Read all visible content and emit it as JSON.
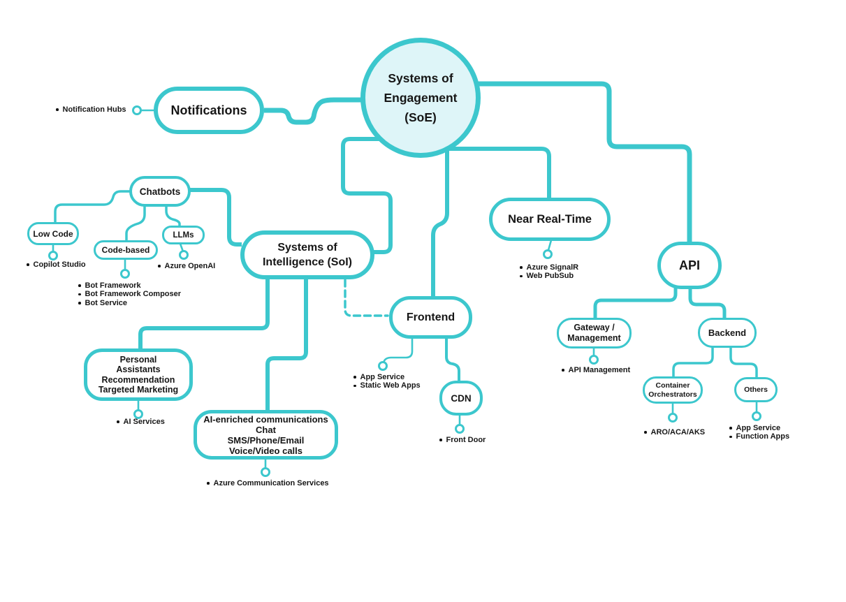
{
  "title": "Systems of Engagement (SoE) mind map",
  "palette": {
    "teal": "#3cc7cd",
    "root_fill": "#def5f8",
    "node_fill": "#ffffff",
    "text": "#161616"
  },
  "nodes": {
    "root": {
      "label_lines": [
        "Systems of",
        "Engagement",
        "(SoE)"
      ]
    },
    "notifications": {
      "label": "Notifications",
      "leaves": [
        "Notification Hubs"
      ]
    },
    "chatbots": {
      "label": "Chatbots"
    },
    "low_code": {
      "label": "Low Code",
      "leaves": [
        "Copilot Studio"
      ]
    },
    "code_based": {
      "label": "Code-based",
      "leaves": [
        "Bot Framework",
        "Bot Framework Composer",
        "Bot Service"
      ]
    },
    "llms": {
      "label": "LLMs",
      "leaves": [
        "Azure OpenAI"
      ]
    },
    "soi": {
      "label_lines": [
        "Systems of",
        "Intelligence (SoI)"
      ]
    },
    "personal_assistants": {
      "label_lines": [
        "Personal",
        "Assistants",
        "Recommendation",
        "Targeted Marketing"
      ],
      "leaves": [
        "AI Services"
      ]
    },
    "ai_comms": {
      "label_lines": [
        "AI-enriched communications",
        "Chat",
        "SMS/Phone/Email",
        "Voice/Video calls"
      ],
      "leaves": [
        "Azure Communication Services"
      ]
    },
    "frontend": {
      "label": "Frontend",
      "leaves": [
        "App Service",
        "Static Web Apps"
      ]
    },
    "cdn": {
      "label": "CDN",
      "leaves": [
        "Front Door"
      ]
    },
    "near_real_time": {
      "label": "Near Real-Time",
      "leaves": [
        "Azure SignalR",
        "Web PubSub"
      ]
    },
    "api": {
      "label": "API"
    },
    "gateway": {
      "label_lines": [
        "Gateway /",
        "Management"
      ],
      "leaves": [
        "API Management"
      ]
    },
    "backend": {
      "label": "Backend"
    },
    "container_orchestrators": {
      "label_lines": [
        "Container",
        "Orchestrators"
      ],
      "leaves": [
        "ARO/ACA/AKS"
      ]
    },
    "others": {
      "label": "Others",
      "leaves": [
        "App Service",
        "Function Apps"
      ]
    }
  }
}
